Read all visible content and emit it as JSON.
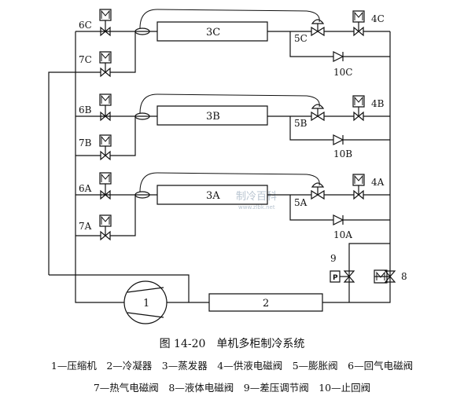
{
  "watermark": {
    "text": "制冷百科",
    "subtext": "www.zlbk.net"
  },
  "figure": {
    "title": "图 14-20　单机多柜制冷系统",
    "legend_line1": "1—压缩机　2—冷凝器　3—蒸发器　4—供液电磁阀　5—膨胀阀　6—回气电磁阀",
    "legend_line2": "7—热气电磁阀　8—液体电磁阀　9—差压调节阀　10—止回阀"
  },
  "units": {
    "C": {
      "evaporator": "3C",
      "supply_valve": "4C",
      "expansion_valve": "5C",
      "return_valve": "6C",
      "hotgas_valve": "7C",
      "check_valve": "10C"
    },
    "B": {
      "evaporator": "3B",
      "supply_valve": "4B",
      "expansion_valve": "5B",
      "return_valve": "6B",
      "hotgas_valve": "7B",
      "check_valve": "10B"
    },
    "A": {
      "evaporator": "3A",
      "supply_valve": "4A",
      "expansion_valve": "5A",
      "return_valve": "6A",
      "hotgas_valve": "7A",
      "check_valve": "10A"
    }
  },
  "main": {
    "compressor": "1",
    "condenser": "2",
    "liquid_valve": "8",
    "diff_valve": "9",
    "m_symbol": "M",
    "p_symbol": "P"
  }
}
